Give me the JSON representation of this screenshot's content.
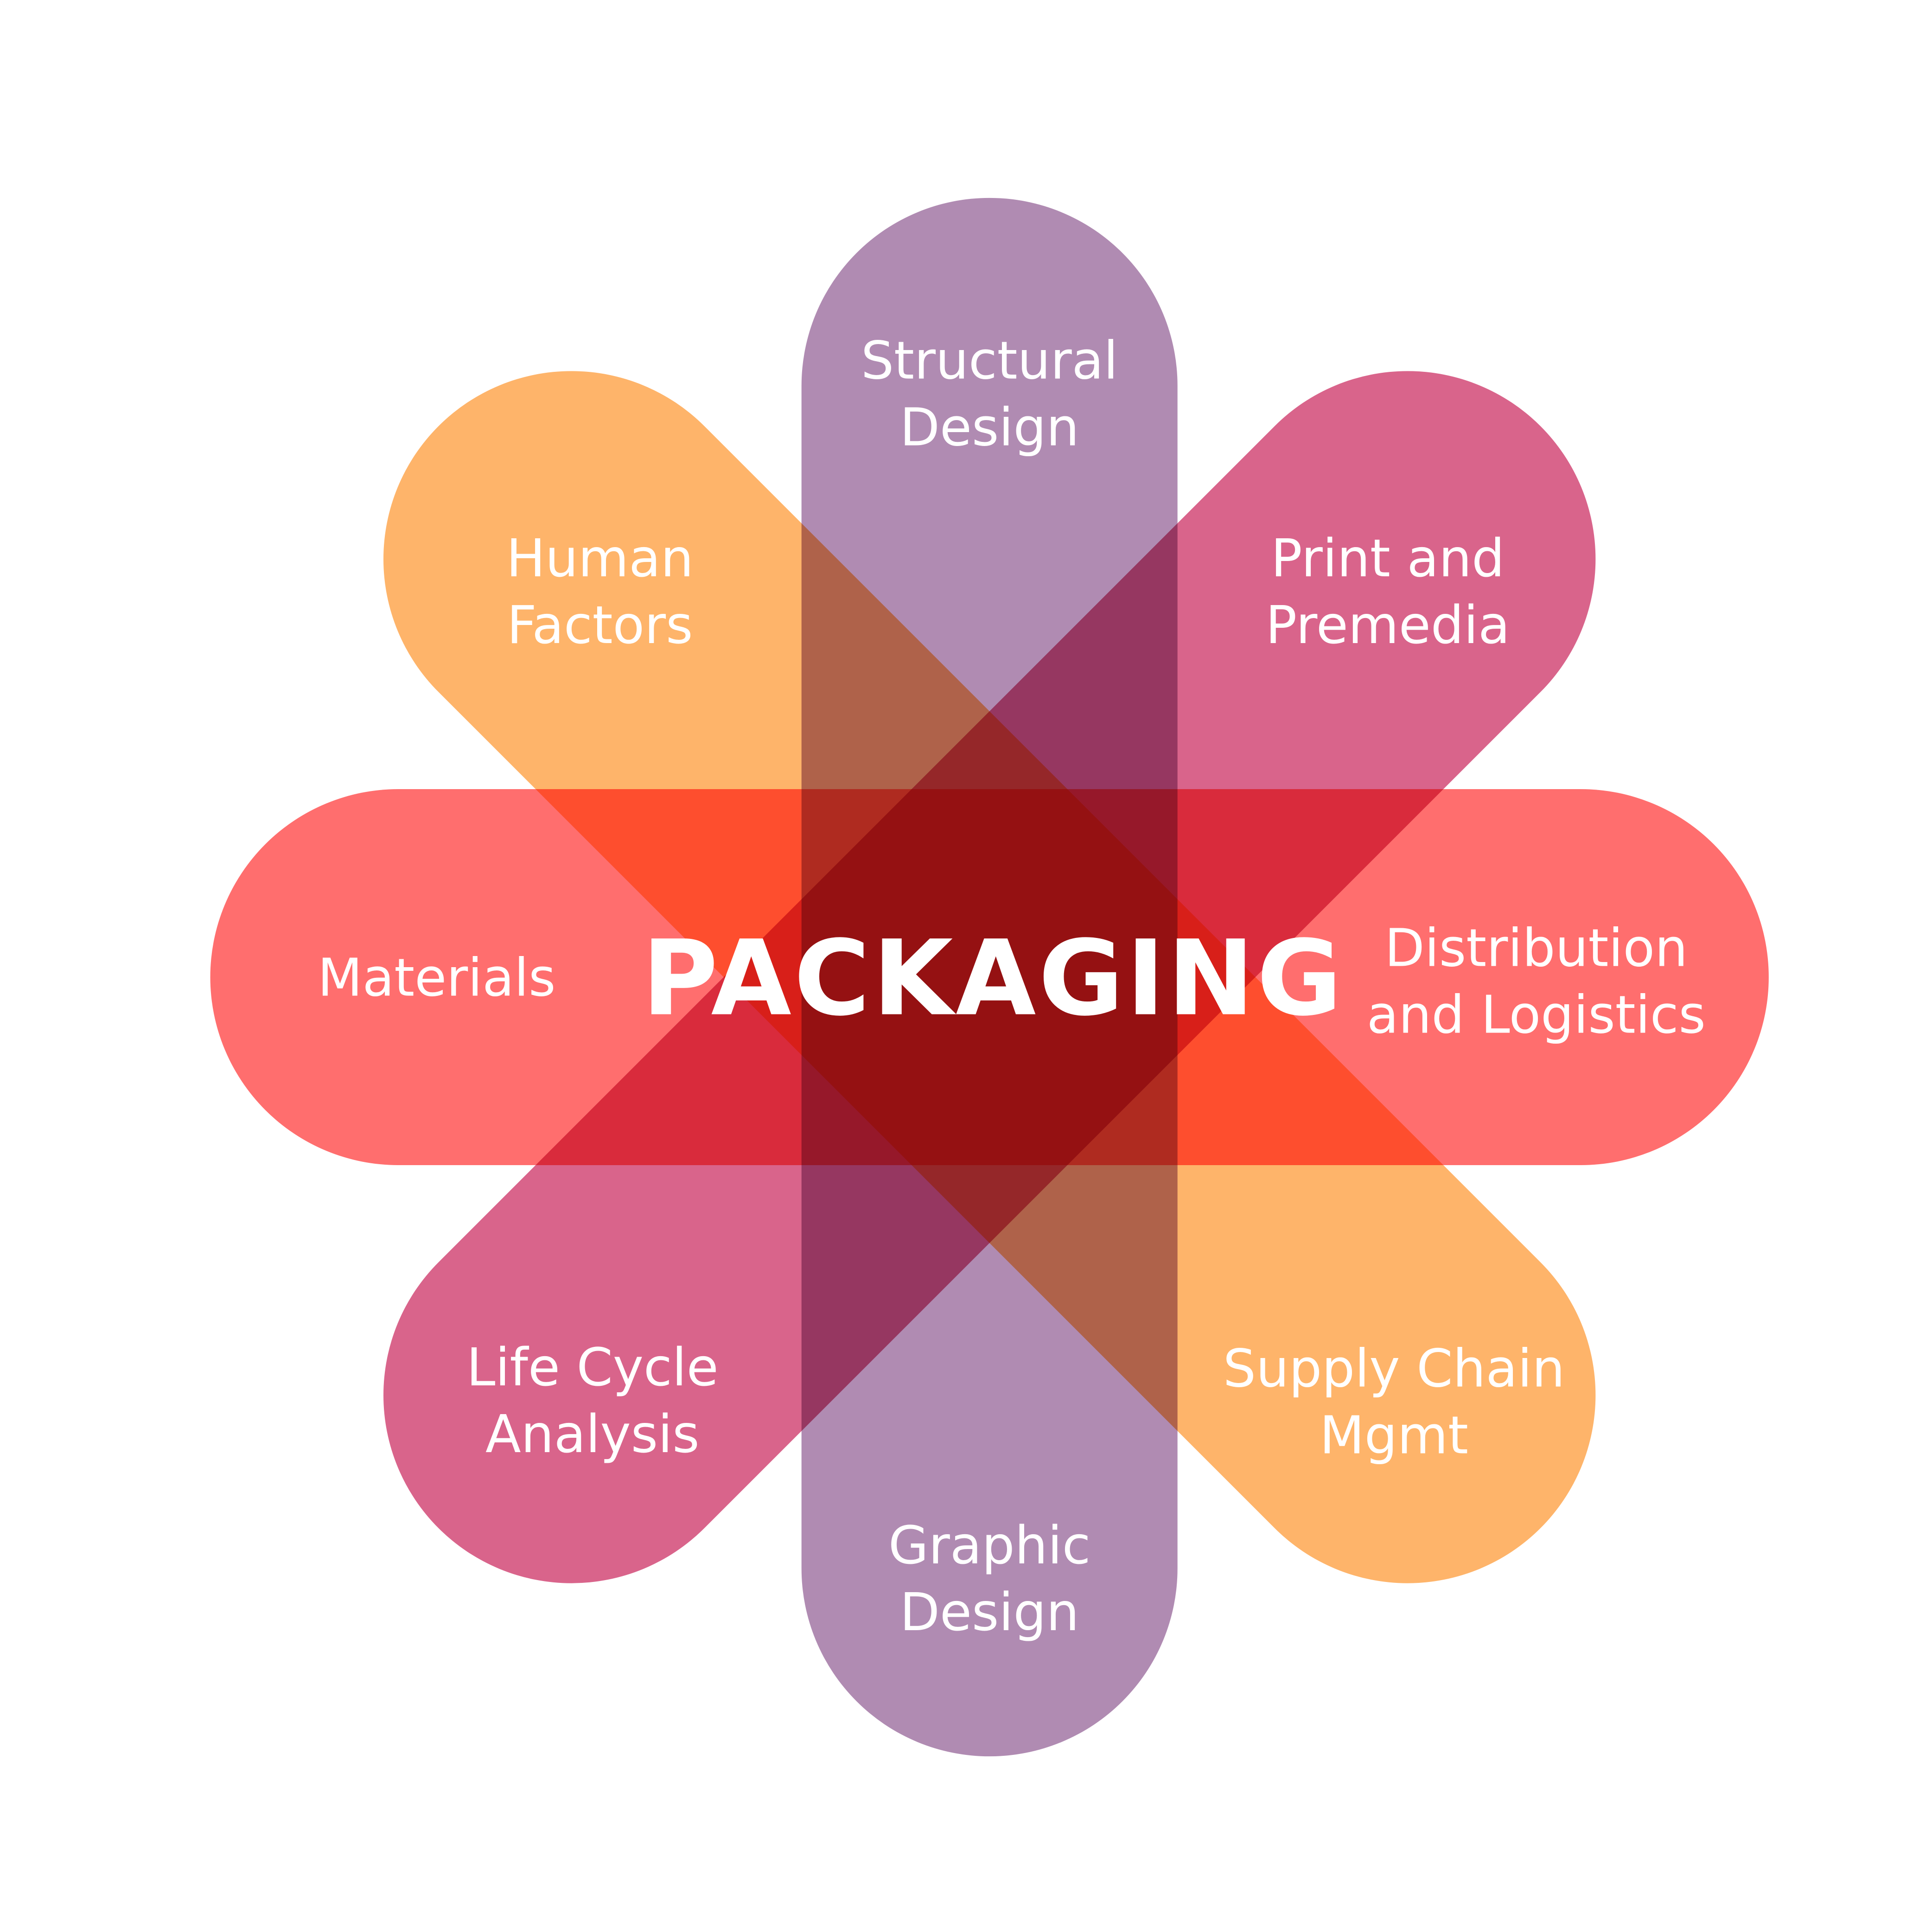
{
  "center_label": "PACKAGING",
  "petals": [
    {
      "id": "structural",
      "line1": "Structural",
      "line2": "Design",
      "color": "#b08bb2"
    },
    {
      "id": "print",
      "line1": "Print and",
      "line2": "Premedia",
      "color": "#d9648b"
    },
    {
      "id": "distribution",
      "line1": "Distribution",
      "line2": "and Logistics",
      "color": "#ff6666"
    },
    {
      "id": "supply",
      "line1": "Supply Chain",
      "line2": "Mgmt",
      "color": "#feb46a"
    },
    {
      "id": "graphic",
      "line1": "Graphic",
      "line2": "Design",
      "color": "#b08bb2"
    },
    {
      "id": "lifecycle",
      "line1": "Life Cycle",
      "line2": "Analysis",
      "color": "#d9648b"
    },
    {
      "id": "materials",
      "line1": "Materials",
      "color": "#ff6666"
    },
    {
      "id": "human",
      "line1": "Human",
      "line2": "Factors",
      "color": "#feb46a"
    }
  ]
}
